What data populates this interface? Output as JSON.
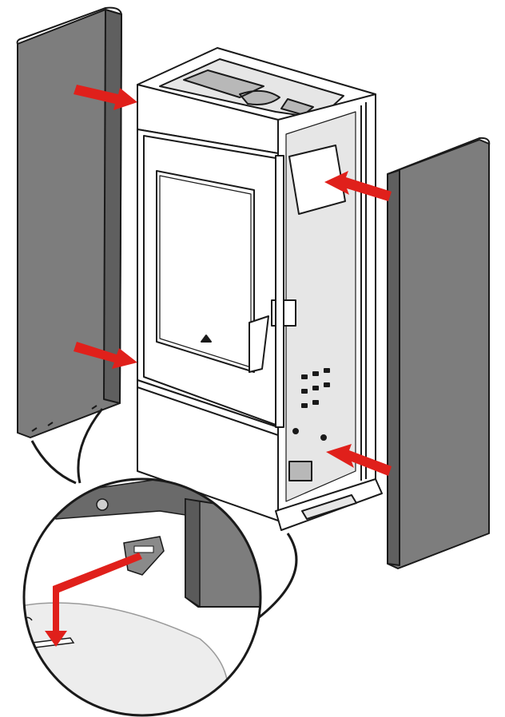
{
  "diagram": {
    "kind": "assembly-instruction",
    "colors": {
      "panel_fill": "#7d7d7d",
      "panel_dark": "#5f5f5f",
      "outline": "#1a1a1a",
      "stove_fill": "#ffffff",
      "arrow": "#e0201b",
      "zoom_bg": "#f4f4f4"
    },
    "parts": [
      {
        "id": "left-side-panel",
        "icon": "side-panel"
      },
      {
        "id": "right-side-panel",
        "icon": "side-panel"
      },
      {
        "id": "stove-body",
        "icon": "stove"
      },
      {
        "id": "detail-zoom",
        "icon": "magnifier-circle"
      }
    ],
    "arrows": [
      {
        "id": "arrow-top-left",
        "points_to": "stove-body"
      },
      {
        "id": "arrow-bottom-left",
        "points_to": "stove-body"
      },
      {
        "id": "arrow-top-right",
        "points_to": "stove-body"
      },
      {
        "id": "arrow-bottom-right",
        "points_to": "stove-body"
      },
      {
        "id": "arrow-zoom-insert",
        "points_to": "floor-slot"
      }
    ]
  }
}
